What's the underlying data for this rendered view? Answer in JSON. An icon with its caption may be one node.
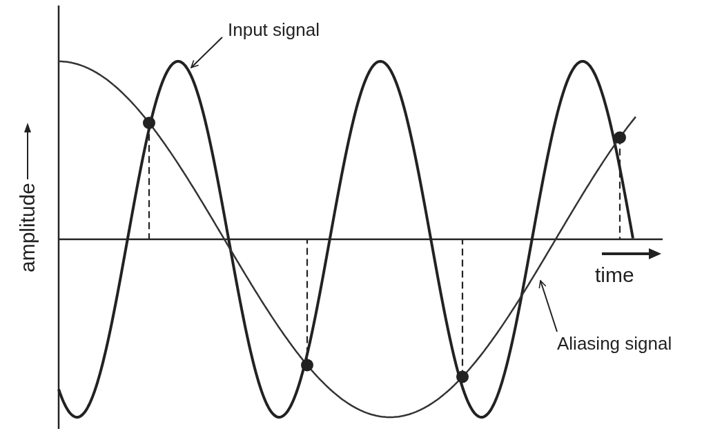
{
  "diagram": {
    "nodes": [
      {
        "text": [
          "Input signal"
        ]
      },
      {
        "text": [
          "Aliasing signal"
        ]
      }
    ],
    "edges": [
      {
        "from": 0,
        "to": null,
        "arrow": "to"
      },
      {
        "from": 1,
        "to": null,
        "arrow": "to"
      }
    ],
    "labels": [
      "amplitude",
      "time"
    ]
  }
}
